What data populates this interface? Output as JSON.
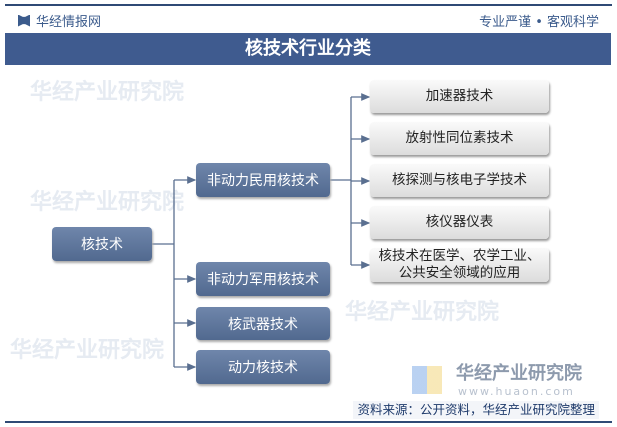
{
  "header": {
    "brand": "华经情报网",
    "slogan": "专业严谨 • 客观科学"
  },
  "title": "核技术行业分类",
  "diagram": {
    "root": "核技术",
    "level1": [
      "非动力民用核技术",
      "非动力军用核技术",
      "核武器技术",
      "动力核技术"
    ],
    "level2": [
      "加速器技术",
      "放射性同位素技术",
      "核探测与核电子学技术",
      "核仪器仪表",
      "核技术在医学、农学工业、公共安全领域的应用"
    ]
  },
  "watermark": {
    "text": "华经产业研究院",
    "url": "www.huaon.com"
  },
  "footer": {
    "source": "资料来源：公开资料，华经产业研究院整理"
  },
  "colors": {
    "title_bar": "#3f5b8f",
    "dark_box": "#5a7198",
    "connector": "#5a6f90"
  }
}
